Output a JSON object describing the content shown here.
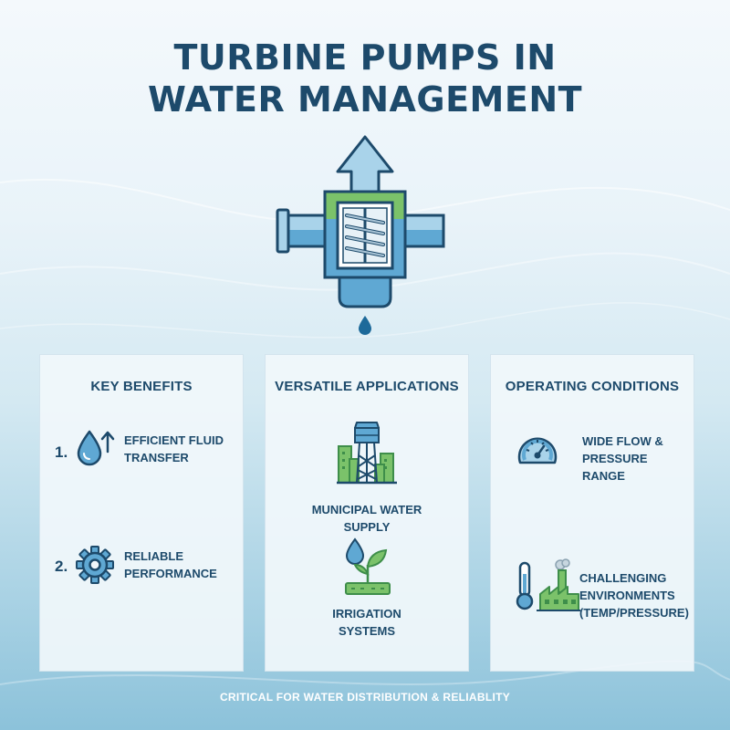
{
  "title": {
    "line1": "TURBINE PUMPS IN",
    "line2": "WATER MANAGEMENT"
  },
  "cards": {
    "benefits": {
      "title": "KEY BENEFITS",
      "items": [
        {
          "number": "1.",
          "label_line1": "EFFICIENT FLUID",
          "label_line2": "TRANSFER",
          "icon": "water-drop-up-arrow-icon"
        },
        {
          "number": "2.",
          "label_line1": "RELIABLE",
          "label_line2": "PERFORMANCE",
          "icon": "gear-icon"
        }
      ]
    },
    "applications": {
      "title": "VERSATILE APPLICATIONS",
      "items": [
        {
          "label_line1": "MUNICIPAL WATER",
          "label_line2": "SUPPLY",
          "icon": "water-tower-city-icon"
        },
        {
          "label_line1": "IRRIGATION",
          "label_line2": "SYSTEMS",
          "icon": "plant-sprout-icon"
        }
      ]
    },
    "conditions": {
      "title": "OPERATING CONDITIONS",
      "items": [
        {
          "label_line1": "WIDE FLOW &",
          "label_line2": "PRESSURE",
          "label_line3": "RANGE",
          "icon": "pressure-gauge-icon"
        },
        {
          "label_line1": "CHALLENGING",
          "label_line2": "ENVIRONMENTS",
          "label_line3": "(TEMP/PRESSURE)",
          "icon": "thermometer-factory-icon"
        }
      ]
    }
  },
  "footer": "CRITICAL FOR WATER DISTRIBUTION & RELIABLITY",
  "colors": {
    "navy": "#1d4a6b",
    "blue": "#5fa8d3",
    "light_blue": "#a9d3ea",
    "green": "#7bc26a",
    "dark_green": "#3e8e4a"
  }
}
